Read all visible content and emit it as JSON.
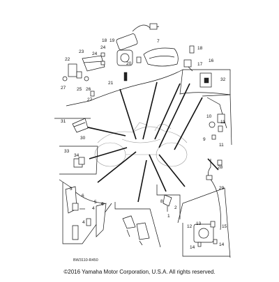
{
  "diagram": {
    "ref_code": "BW3110-R450",
    "copyright": "©2016 Yamaha Motor Corporation, U.S.A. All rights reserved.",
    "labels": {
      "p1": "1",
      "p2": "2",
      "p3": "3",
      "p4": "4",
      "p5": "5",
      "p6": "6",
      "p7": "7",
      "p8": "8",
      "p9": "9",
      "p10": "10",
      "p11a": "11",
      "p11b": "11",
      "p12": "12",
      "p13": "13",
      "p14a": "14",
      "p14b": "14",
      "p15": "15",
      "p16": "16",
      "p17": "17",
      "p18a": "18",
      "p18b": "18",
      "p19": "19",
      "p20": "20",
      "p21": "21",
      "p22": "22",
      "p23": "23",
      "p24a": "24",
      "p24b": "24",
      "p25": "25",
      "p26": "26",
      "p27a": "27",
      "p27b": "27",
      "p28": "28",
      "p29": "29",
      "p30": "30",
      "p31": "31",
      "p32": "32",
      "p33": "33",
      "p34": "34",
      "p4b": "4",
      "p6b": "6"
    }
  }
}
